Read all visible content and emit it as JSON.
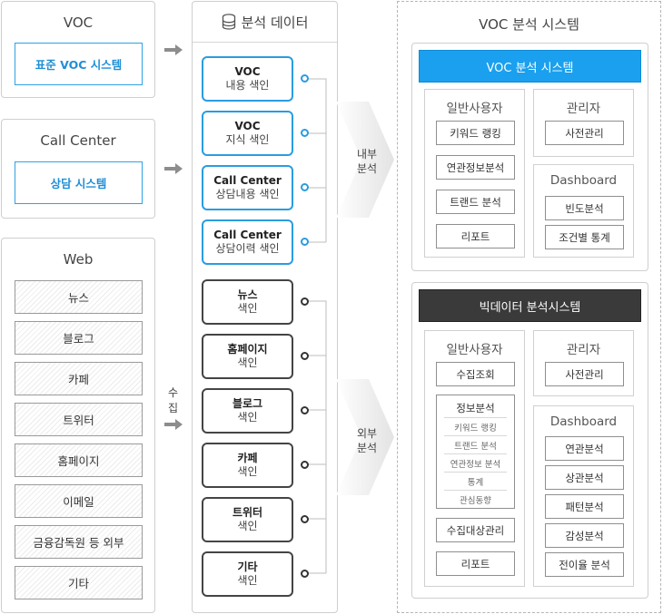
{
  "sources": {
    "voc": {
      "title": "VOC",
      "system": "표준 VOC 시스템"
    },
    "callcenter": {
      "title": "Call Center",
      "system": "상담 시스템"
    },
    "web": {
      "title": "Web",
      "items": [
        "뉴스",
        "블로그",
        "카페",
        "트위터",
        "홈페이지",
        "이메일",
        "금융감독원 등 외부",
        "기타"
      ]
    }
  },
  "collect_label": [
    "수",
    "집"
  ],
  "analysis_data": {
    "title": "분석 데이터",
    "icon": "database-icon",
    "internal_indexes": [
      {
        "name": "VOC",
        "sub": "내용 색인"
      },
      {
        "name": "VOC",
        "sub": "지식 색인"
      },
      {
        "name": "Call Center",
        "sub": "상담내용 색인"
      },
      {
        "name": "Call Center",
        "sub": "상담이력 색인"
      }
    ],
    "external_indexes": [
      {
        "name": "뉴스",
        "sub": "색인"
      },
      {
        "name": "홈페이지",
        "sub": "색인"
      },
      {
        "name": "블로그",
        "sub": "색인"
      },
      {
        "name": "카페",
        "sub": "색인"
      },
      {
        "name": "트위터",
        "sub": "색인"
      },
      {
        "name": "기타",
        "sub": "색인"
      }
    ]
  },
  "flows": {
    "internal": [
      "내부",
      "분석"
    ],
    "external": [
      "외부",
      "분석"
    ]
  },
  "voc_analysis": {
    "title": "VOC 분석 시스템",
    "voc_system": {
      "header": "VOC 분석 시스템",
      "user": {
        "title": "일반사용자",
        "items": [
          "키워드 랭킹",
          "연관정보분석",
          "트랜드 분석",
          "리포트"
        ]
      },
      "admin": {
        "title": "관리자",
        "items": [
          "사전관리"
        ]
      },
      "dashboard": {
        "title": "Dashboard",
        "items": [
          "빈도분석",
          "조건별 통계"
        ]
      }
    },
    "bigdata_system": {
      "header": "빅데이터 분석시스템",
      "user": {
        "title": "일반사용자",
        "query": "수집조회",
        "info": {
          "title": "정보분석",
          "items": [
            "키워드 랭킹",
            "트랜드 분석",
            "연관정보 분석",
            "통계",
            "관심동향"
          ]
        },
        "target_mgmt": "수집대상관리",
        "report": "리포트"
      },
      "admin": {
        "title": "관리자",
        "items": [
          "사전관리"
        ]
      },
      "dashboard": {
        "title": "Dashboard",
        "items": [
          "연관분석",
          "상관분석",
          "패턴분석",
          "감성분석",
          "전이율 분석"
        ]
      }
    }
  },
  "colors": {
    "accent": "#2a9ce0",
    "dark": "#333333",
    "voc_header": "#1aa0ee",
    "bigdata_header": "#3a3a3a"
  }
}
